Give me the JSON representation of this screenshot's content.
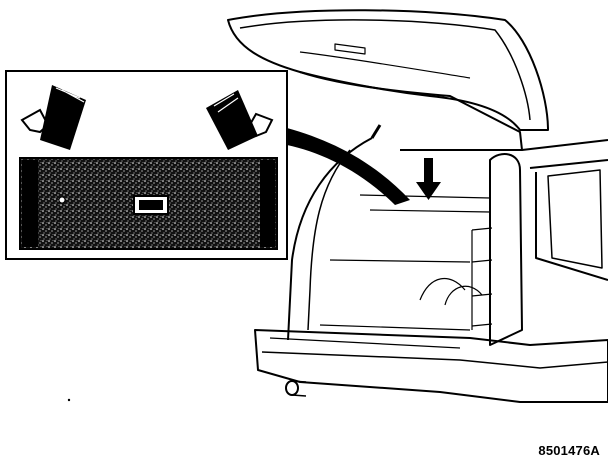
{
  "figure": {
    "reference_code": "8501476A",
    "ink_color": "#000000",
    "paper_color": "#ffffff",
    "icons": [
      "clip-pointer-arrow-left",
      "clip-pointer-arrow-right",
      "down-arrow"
    ]
  }
}
